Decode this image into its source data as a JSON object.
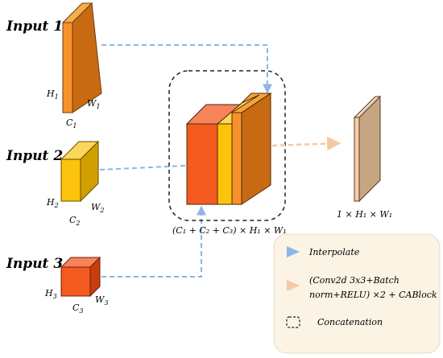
{
  "inputs": [
    {
      "title": "Input 1",
      "h_label": "H",
      "h_sub": "1",
      "w_label": "W",
      "w_sub": "1",
      "c_label": "C",
      "c_sub": "1"
    },
    {
      "title": "Input 2",
      "h_label": "H",
      "h_sub": "2",
      "w_label": "W",
      "w_sub": "2",
      "c_label": "C",
      "c_sub": "2"
    },
    {
      "title": "Input 3",
      "h_label": "H",
      "h_sub": "3",
      "w_label": "W",
      "w_sub": "3",
      "c_label": "C",
      "c_sub": "3"
    }
  ],
  "concat_label": "(C₁ + C₂ + C₃) × H₁ × W₁",
  "output_label": "1 × H₁ × W₁",
  "legend": {
    "interpolate": "Interpolate",
    "conv_line1": "(Conv2d 3x3+Batch",
    "conv_line2": "norm+RELU) ×2 + CABlock",
    "concatenation": "Concatenation"
  },
  "colors": {
    "interp_arrow": "#8fb5e3",
    "conv_arrow": "#f6c9a0",
    "legend_bg": "#fbf3e4",
    "legend_border": "#e6dcc8"
  }
}
